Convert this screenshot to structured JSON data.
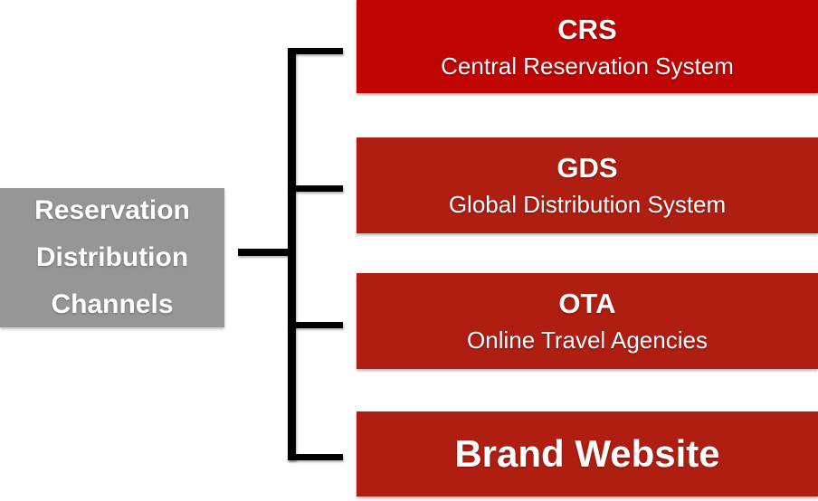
{
  "diagram": {
    "root": {
      "label": "Reservation Distribution Channels"
    },
    "channels": [
      {
        "abbr": "CRS",
        "full_name": "Central Reservation System"
      },
      {
        "abbr": "GDS",
        "full_name": "Global Distribution System"
      },
      {
        "abbr": "OTA",
        "full_name": "Online Travel Agencies"
      },
      {
        "abbr": "Brand Website",
        "full_name": ""
      }
    ],
    "colors": {
      "root_box": "#969696",
      "crs_box": "#C00404",
      "channel_box": "#B01E12",
      "connector": "#000000",
      "text": "#FFFFFF"
    }
  }
}
